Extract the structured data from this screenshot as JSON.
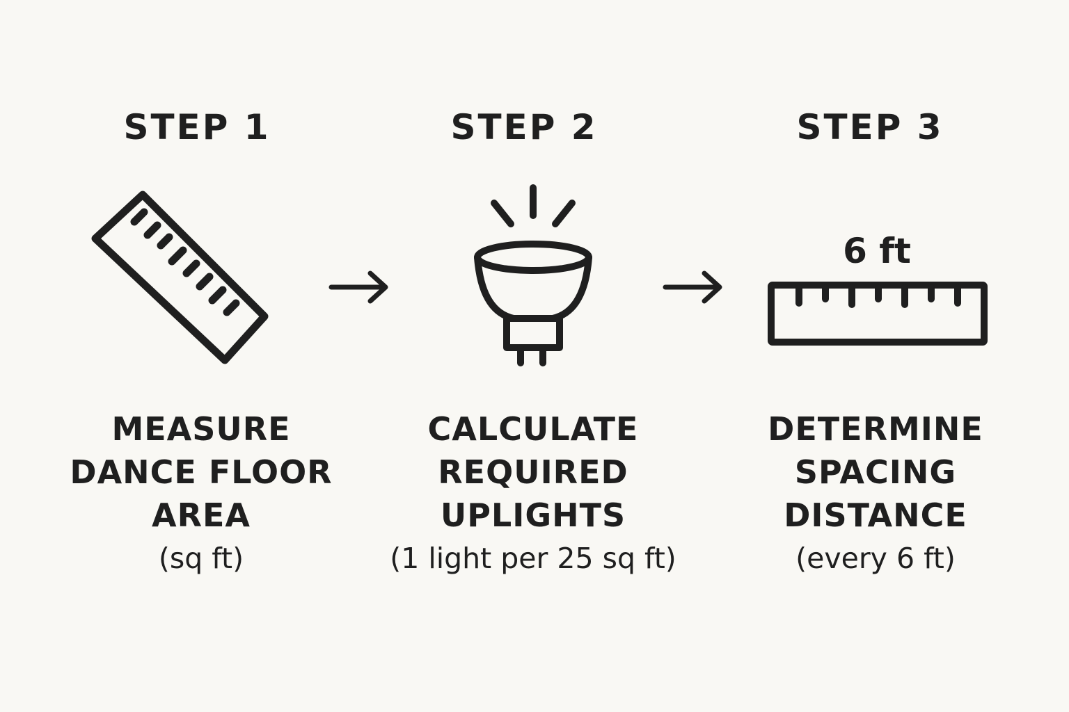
{
  "steps": [
    {
      "title": "STEP 1",
      "icon": "ruler-diagonal-icon",
      "caption_lines": [
        "MEASURE",
        "DANCE FLOOR",
        "AREA"
      ],
      "note": "(sq ft)"
    },
    {
      "title": "STEP 2",
      "icon": "uplight-bulb-icon",
      "caption_lines": [
        "CALCULATE",
        "REQUIRED",
        "UPLIGHTS"
      ],
      "note": "(1 light per 25 sq ft)"
    },
    {
      "title": "STEP 3",
      "icon": "ruler-horizontal-icon",
      "icon_label": "6 ft",
      "caption_lines": [
        "DETERMINE",
        "SPACING",
        "DISTANCE"
      ],
      "note": "(every 6 ft)"
    }
  ],
  "arrows": [
    "arrow-right-icon",
    "arrow-right-icon"
  ],
  "colors": {
    "background": "#f9f8f4",
    "ink": "#1f1f1f"
  }
}
